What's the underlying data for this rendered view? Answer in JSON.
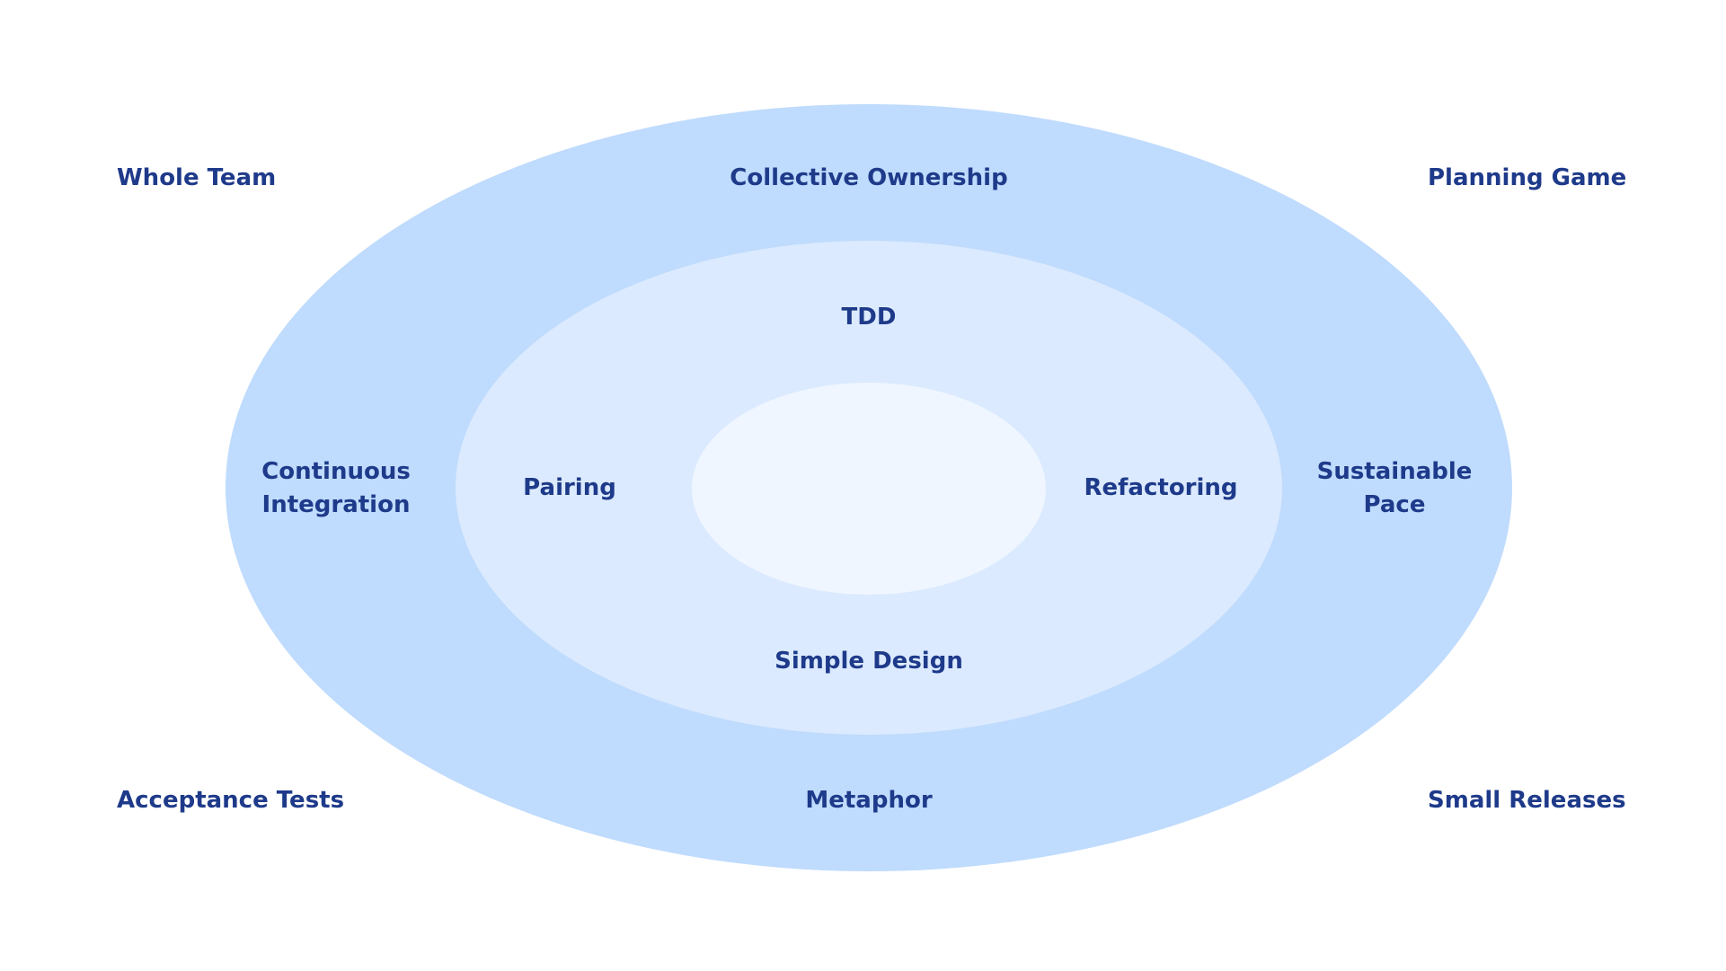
{
  "corners": {
    "top_left": "Whole Team",
    "top_right": "Planning Game",
    "bottom_left": "Acceptance Tests",
    "bottom_right": "Small Releases"
  },
  "outer_ring": {
    "top": "Collective Ownership",
    "left_line1": "Continuous",
    "left_line2": "Integration",
    "right_line1": "Sustainable",
    "right_line2": "Pace",
    "bottom": "Metaphor"
  },
  "middle_ring": {
    "top": "TDD",
    "left": "Pairing",
    "right": "Refactoring",
    "bottom": "Simple Design"
  },
  "colors": {
    "outer_ring": "#bfdbfd",
    "middle_ring": "#dbeafe",
    "inner_ring": "#eff6ff",
    "text": "#1e3a8a"
  }
}
